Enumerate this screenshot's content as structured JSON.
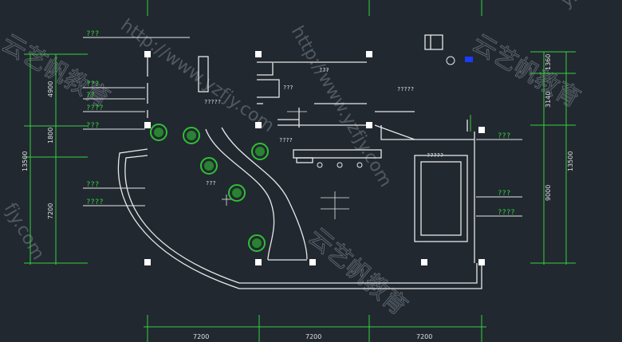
{
  "labels_left": [
    "???",
    "???",
    "??",
    "????",
    "???",
    "???",
    "????"
  ],
  "labels_right": [
    "???",
    "???",
    "????"
  ],
  "labels_inner": [
    "?????",
    "???",
    "?????",
    "????",
    "?????",
    "???",
    "???"
  ],
  "dims_left": [
    "1800",
    "4900",
    "13500",
    "7200"
  ],
  "dims_right": [
    "1360",
    "3140",
    "13500",
    "9000"
  ],
  "dims_bottom": [
    "7200",
    "7200",
    "7200"
  ],
  "watermarks": [
    "http://www.yzfjy.com",
    "http://www.yzfjy.com",
    "云艺帆教育",
    "云艺帆教育",
    "yzfjy",
    "fjy.com",
    "云艺帆教育"
  ],
  "colors": {
    "background": "#212830",
    "green": "#33d23a",
    "white": "#e8e8e8",
    "tree": "#2fbf33",
    "watermark": "#8a939c"
  }
}
